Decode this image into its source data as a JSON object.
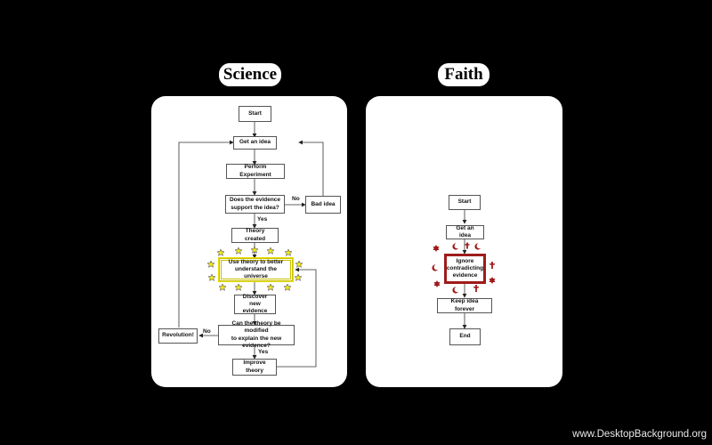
{
  "science": {
    "title": "Science",
    "nodes": {
      "start": "Start",
      "get_idea": "Get an idea",
      "perform": "Perform Experiment",
      "support": "Does the evidence\nsupport the idea?",
      "bad_idea": "Bad idea",
      "theory_created": "Theory created",
      "use_theory": "Use theory to better\nunderstand the universe",
      "discover": "Discover new\nevidence",
      "modify": "Can the theory be modified\nto explain the new evidence?",
      "revolution": "Revolution!",
      "improve": "Improve theory"
    },
    "labels": {
      "no1": "No",
      "yes1": "Yes",
      "no2": "No",
      "yes2": "Yes"
    }
  },
  "faith": {
    "title": "Faith",
    "nodes": {
      "start": "Start",
      "get_idea": "Get an idea",
      "ignore": "Ignore\ncontradicting\nevidence",
      "keep": "Keep idea forever",
      "end": "End"
    }
  },
  "colors": {
    "star": "#f2ea1a",
    "symbol": "#9e1b1b",
    "highlight_yellow": "#c9c000"
  },
  "watermark": "www.DesktopBackground.org"
}
